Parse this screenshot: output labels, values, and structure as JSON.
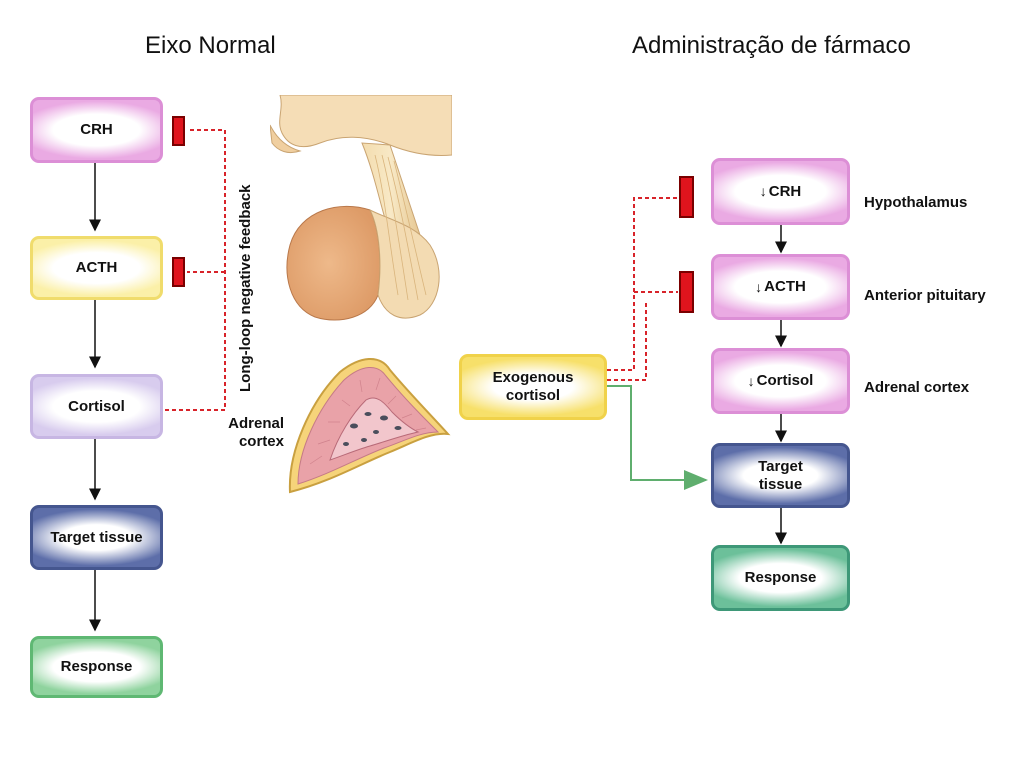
{
  "titles": {
    "left": "Eixo Normal",
    "right": "Administração de fármaco"
  },
  "left_axis": {
    "crh": "CRH",
    "acth": "ACTH",
    "cortisol": "Cortisol",
    "target": "Target tissue",
    "response": "Response",
    "feedback_label": "Long-loop negative feedback",
    "adrenal_line1": "Adrenal",
    "adrenal_line2": "cortex"
  },
  "right_axis": {
    "crh": "CRH",
    "acth": "ACTH",
    "cortisol": "Cortisol",
    "target_line1": "Target",
    "target_line2": "tissue",
    "response": "Response",
    "exogenous_line1": "Exogenous",
    "exogenous_line2": "cortisol",
    "decrease_symbol": "↓",
    "labels": {
      "hypothalamus": "Hypothalamus",
      "anterior_pituitary": "Anterior pituitary",
      "adrenal_cortex": "Adrenal cortex"
    }
  },
  "colors": {
    "inhibit_red": "#e0141d",
    "feedback_dashed": "#d8232a",
    "exogenous_arrow": "#5fae6e"
  }
}
